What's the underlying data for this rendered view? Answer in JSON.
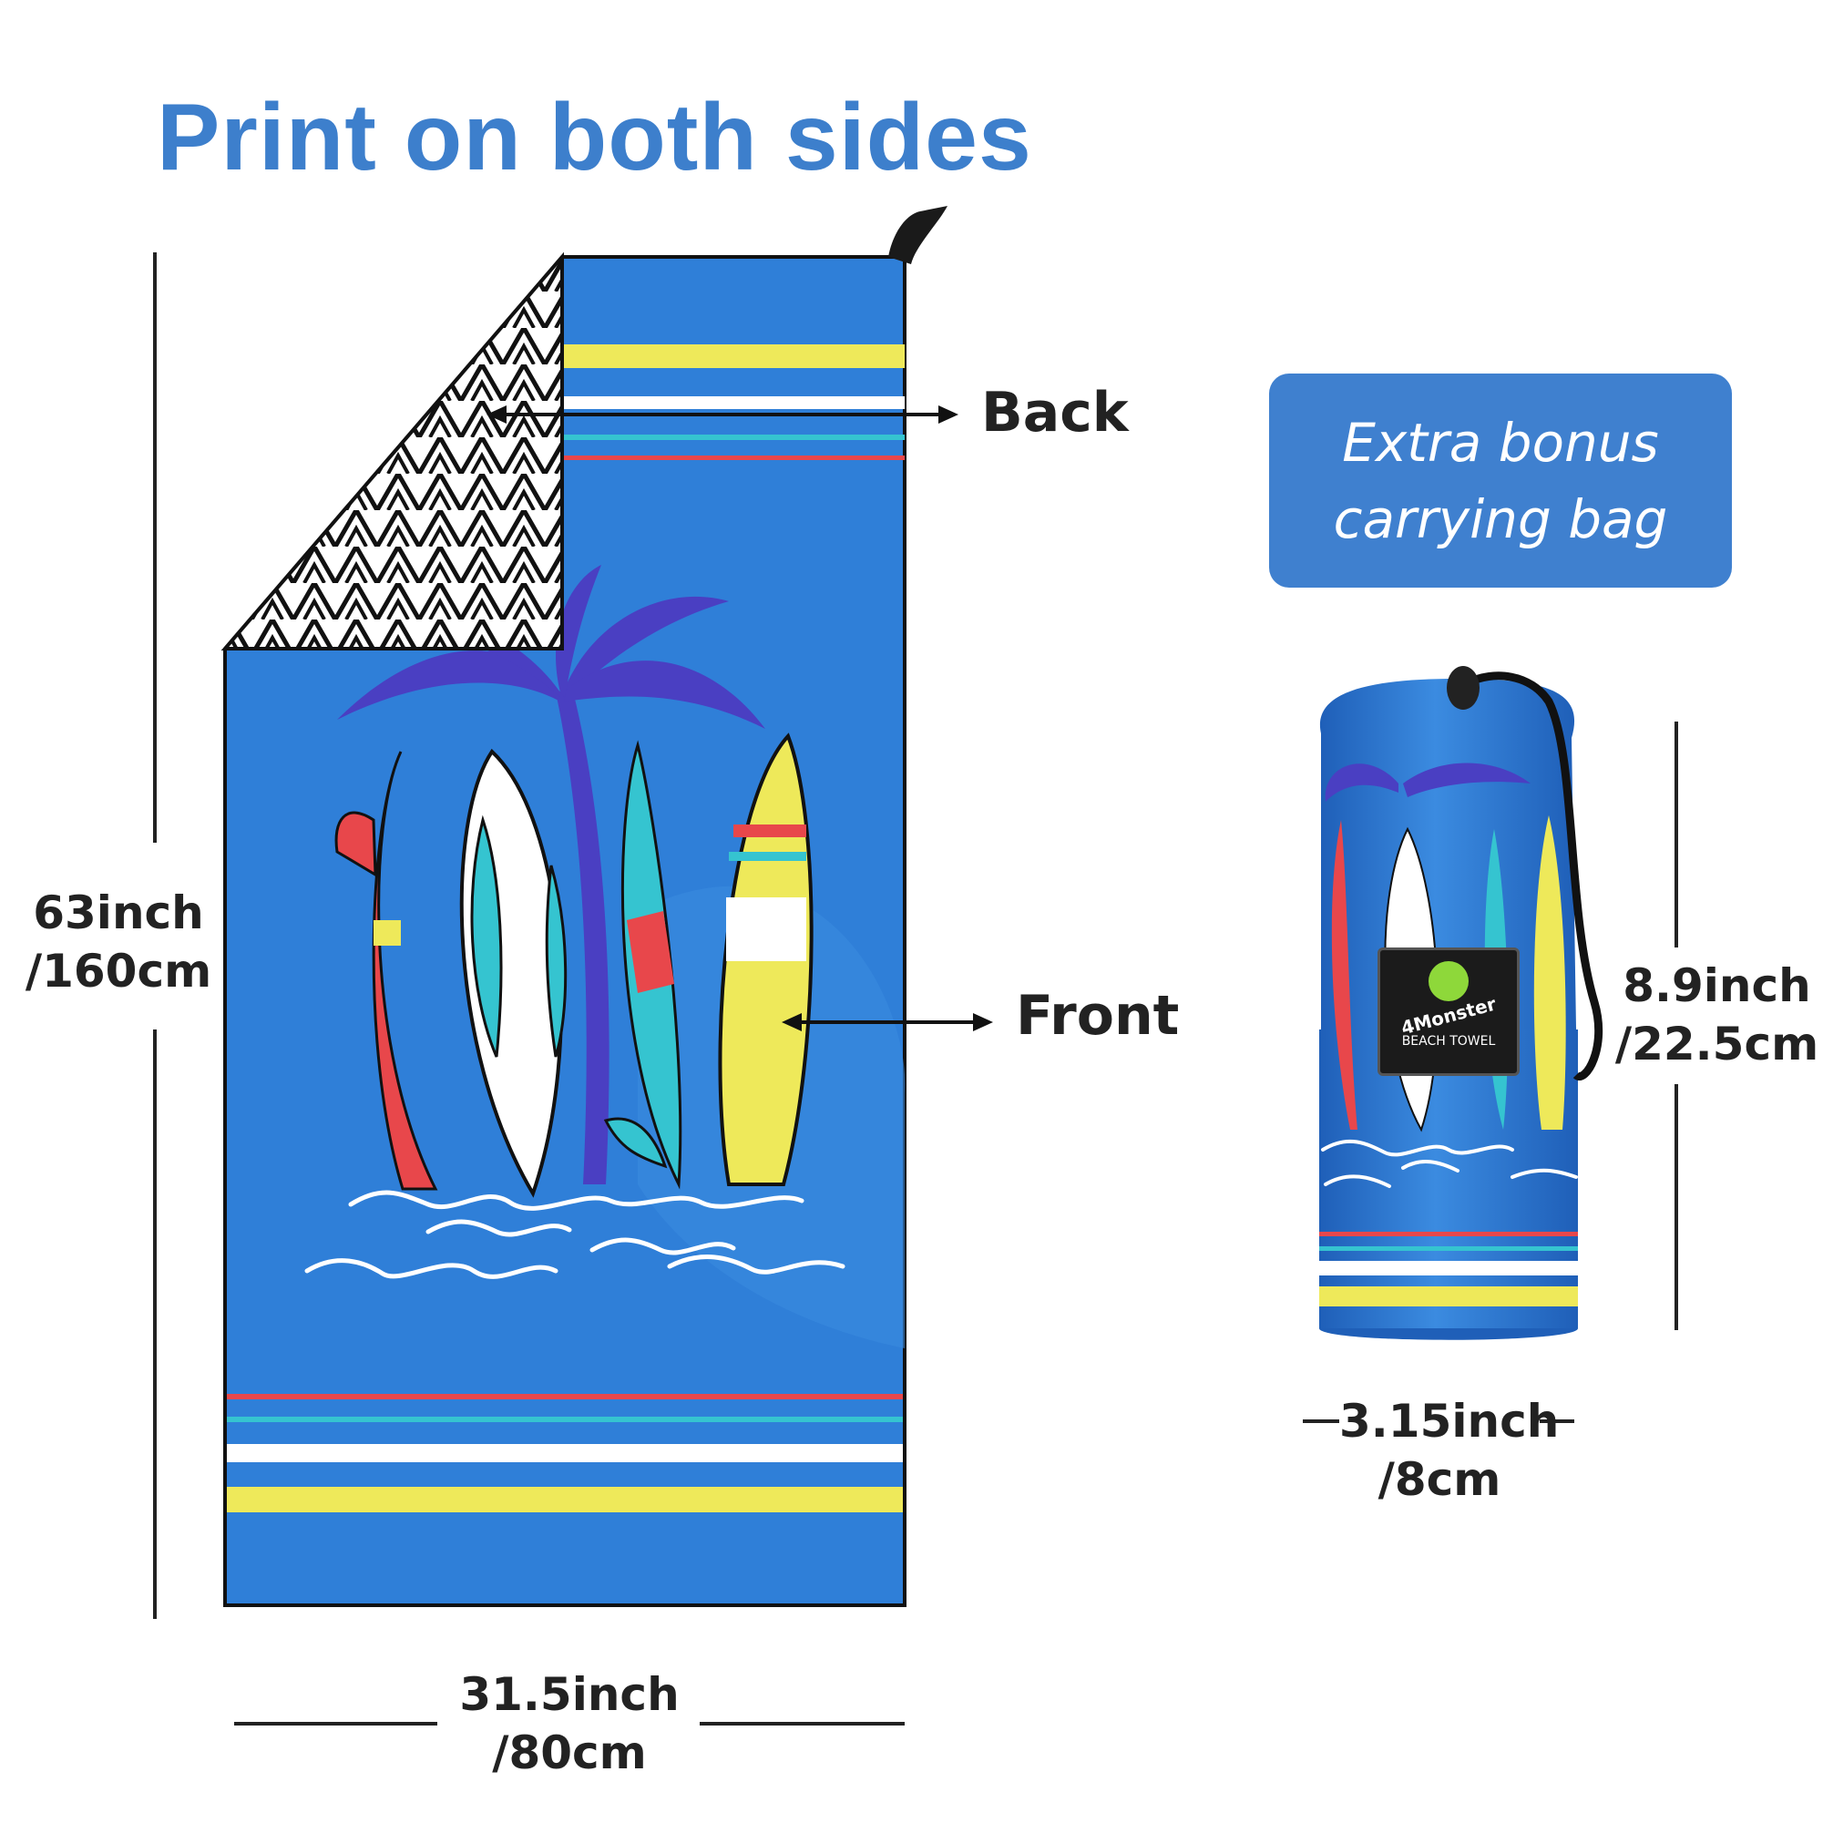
{
  "headline": "Print on both sides",
  "labels": {
    "back": "Back",
    "front": "Front"
  },
  "bonus": {
    "line1": "Extra bonus",
    "line2": "carrying bag"
  },
  "towel_dimensions": {
    "height_in": "63inch",
    "height_cm": "/160cm",
    "width_in": "31.5inch",
    "width_cm": "/80cm"
  },
  "bag_dimensions": {
    "height_in": "8.9inch",
    "height_cm": "/22.5cm",
    "width_in": "3.15inch",
    "width_cm": "/8cm"
  },
  "bag_tag": {
    "brand": "4Monster",
    "product": "BEACH TOWEL"
  },
  "colors": {
    "headline": "#3d7fcc",
    "towel_blue": "#2f7fd8",
    "bonus_box": "#3f80cf",
    "stripe_yellow": "#eee95a",
    "stripe_red": "#e8474b",
    "stripe_teal": "#35c4d0",
    "palm": "#4a3fc2"
  }
}
